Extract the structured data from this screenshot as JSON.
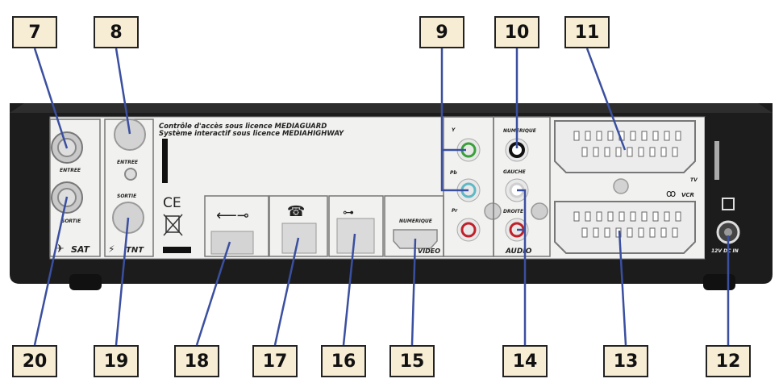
{
  "callouts": {
    "c7": "7",
    "c8": "8",
    "c9": "9",
    "c10": "10",
    "c11": "11",
    "c20": "20",
    "c19": "19",
    "c18": "18",
    "c17": "17",
    "c16": "16",
    "c15": "15",
    "c14": "14",
    "c13": "13",
    "c12": "12"
  },
  "panel": {
    "licence_line1": "Contrôle d'accès sous licence MEDIAGUARD",
    "licence_line2": "Système interactif sous licence MEDIAHIGHWAY",
    "sat_entree": "ENTREE",
    "sat_sortie": "SORTIE",
    "sat_label": "SAT",
    "tnt_entree": "ENTREE",
    "tnt_sortie": "SORTIE",
    "tnt_label": "TNT",
    "ce_mark": "CE",
    "y_label": "Y",
    "pb_label": "Pb",
    "pr_label": "Pr",
    "numerique_hdmi": "NUMERIQUE",
    "video_label": "VIDEO",
    "numerique_audio": "NUMERIQUE",
    "gauche_label": "GAUCHE",
    "droite_label": "DROITE",
    "audio_label": "AUDIO",
    "tv_label": "TV",
    "vcr_label": "VCR",
    "vcr_symbol": "ꝏ",
    "dc_label": "12V DC IN"
  },
  "colors": {
    "chassis": "#1c1c1c",
    "panel": "#f1f1ef",
    "callout_fill": "#f7ecd4",
    "leader": "#3a4fa0",
    "rca_green": "#3aa03a",
    "rca_blue": "#5fb8c4",
    "rca_red": "#c0202a"
  }
}
